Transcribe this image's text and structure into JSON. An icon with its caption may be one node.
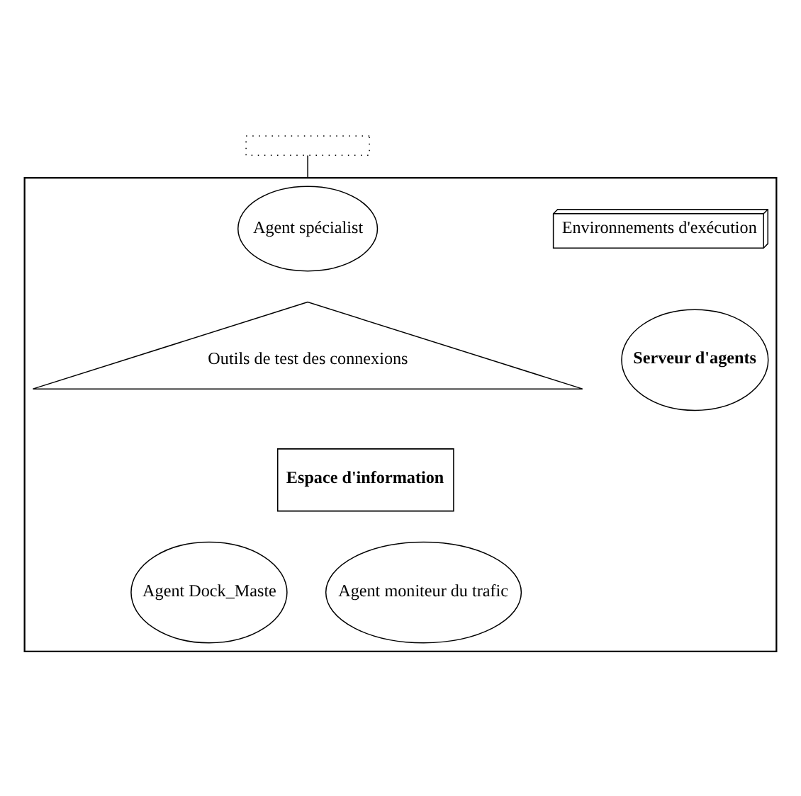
{
  "diagram": {
    "nodes": [
      {
        "text": [],
        "shape": "box"
      },
      {
        "text": [],
        "shape": "box"
      },
      {
        "text": [
          "Environnements d'exécution"
        ],
        "in": 1
      },
      {
        "text": [
          "Agent spécialist"
        ],
        "in": 1
      },
      {
        "text": [
          "Serveur d'agents"
        ],
        "in": 1
      },
      {
        "text": [
          "Outils de test des connexions"
        ],
        "in": 1
      },
      {
        "text": [
          "Espace d'information"
        ],
        "in": 1
      },
      {
        "text": [
          "Agent Dock_Maste"
        ],
        "in": 1
      },
      {
        "text": [
          "Agent moniteur du trafic"
        ],
        "in": 1
      }
    ],
    "edges": [
      {
        "from": 0,
        "to": 1,
        "arrow": "none"
      }
    ]
  }
}
